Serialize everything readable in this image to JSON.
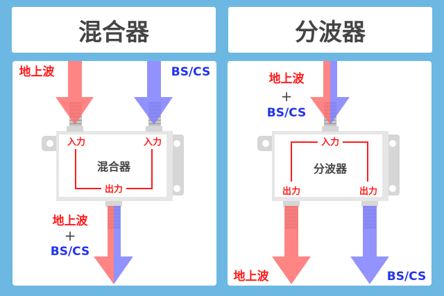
{
  "mixer": {
    "title": "混合器",
    "device_label": "混合器",
    "input_left": "入力",
    "input_right": "入力",
    "output": "出力",
    "in_terrestrial": "地上波",
    "in_bscs": "BS/CS",
    "out_terrestrial": "地上波",
    "out_plus": "+",
    "out_bscs": "BS/CS"
  },
  "splitter": {
    "title": "分波器",
    "device_label": "分波器",
    "input": "入力",
    "output_left": "出力",
    "output_right": "出力",
    "in_terrestrial": "地上波",
    "in_plus": "+",
    "in_bscs": "BS/CS",
    "out_terrestrial": "地上波",
    "out_bscs": "BS/CS"
  },
  "colors": {
    "background": "#6cb8e2",
    "red_arrow": "#ff8080",
    "blue_arrow": "#9090ff",
    "red_text": "#ff1a1a",
    "blue_text": "#2233ee"
  }
}
